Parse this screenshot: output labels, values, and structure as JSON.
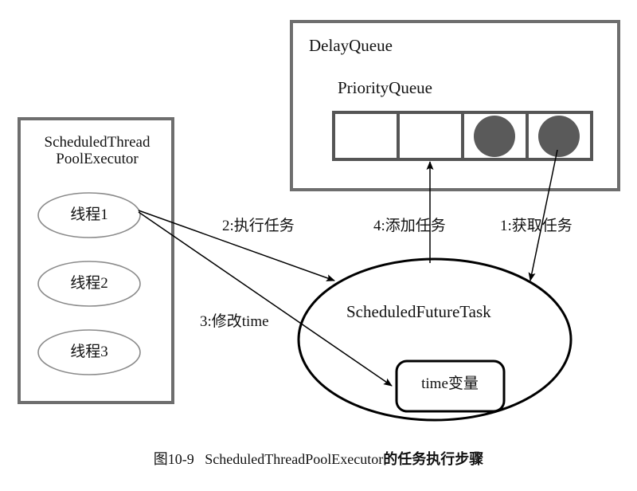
{
  "figure": {
    "caption_prefix": "图10-9",
    "caption_body": "ScheduledThreadPoolExecutor",
    "caption_suffix": "的任务执行步骤",
    "caption_full": "图10-9  ScheduledThreadPoolExecutor的任务执行步骤"
  },
  "delay_queue": {
    "title": "DelayQueue",
    "priority_queue": {
      "title": "PriorityQueue",
      "cells": [
        {
          "index": 1,
          "filled": false,
          "content": ""
        },
        {
          "index": 2,
          "filled": false,
          "content": ""
        },
        {
          "index": 3,
          "filled": true,
          "content": "task-circle"
        },
        {
          "index": 4,
          "filled": true,
          "content": "task-circle"
        }
      ],
      "cell_count": 4,
      "filled_count": 2
    }
  },
  "executor": {
    "title": "ScheduledThread PoolExecutor",
    "title_line1": "ScheduledThread",
    "title_line2": "PoolExecutor",
    "threads": [
      {
        "label": "线程1"
      },
      {
        "label": "线程2"
      },
      {
        "label": "线程3"
      }
    ]
  },
  "task": {
    "title": "ScheduledFutureTask",
    "time_variable_label": "time变量"
  },
  "steps": [
    {
      "number": "1",
      "label": "1:获取任务",
      "from": "priority-queue-task",
      "to": "scheduled-future-task"
    },
    {
      "number": "2",
      "label": "2:执行任务",
      "from": "thread-1",
      "to": "scheduled-future-task"
    },
    {
      "number": "3",
      "label": "3:修改time",
      "from": "thread-1",
      "to": "time-variable"
    },
    {
      "number": "4",
      "label": "4:添加任务",
      "from": "scheduled-future-task",
      "to": "priority-queue"
    }
  ],
  "colors": {
    "box_border": "#6e6e6e",
    "cell_border": "#555555",
    "circle_fill": "#5a5a5a",
    "ellipse_stroke_thin": "#8a8a8a",
    "ellipse_stroke_thick": "#000000",
    "arrow": "#000000",
    "background": "#ffffff",
    "text": "#111111"
  }
}
